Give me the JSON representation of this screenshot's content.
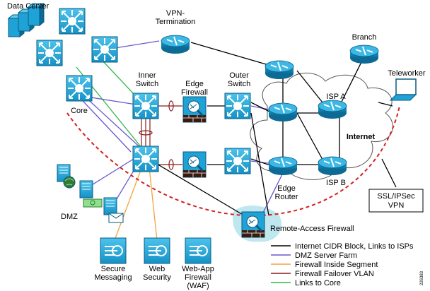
{
  "labels": {
    "data_center": "Data Center",
    "vpn_termination_1": "VPN-",
    "vpn_termination_2": "Termination",
    "branch": "Branch",
    "teleworker": "Teleworker",
    "inner_switch_1": "Inner",
    "inner_switch_2": "Switch",
    "edge_firewall_1": "Edge",
    "edge_firewall_2": "Firewall",
    "outer_switch_1": "Outer",
    "outer_switch_2": "Switch",
    "core": "Core",
    "isp_a": "ISP A",
    "isp_b": "ISP B",
    "internet": "Internet",
    "edge_router_1": "Edge",
    "edge_router_2": "Router",
    "ssl_vpn_1": "SSL/IPSec",
    "ssl_vpn_2": "VPN",
    "dmz": "DMZ",
    "remote_access_firewall": "Remote-Access Firewall",
    "secure_messaging_1": "Secure",
    "secure_messaging_2": "Messaging",
    "web_security_1": "Web",
    "web_security_2": "Security",
    "waf_1": "Web-App",
    "waf_2": "Firewall",
    "waf_3": "(WAF)",
    "figure_id": "226383"
  },
  "legend": [
    {
      "label": "Internet CIDR Block, Links to ISPs",
      "color": "#000000"
    },
    {
      "label": "DMZ Server Farm",
      "color": "#6a5acd"
    },
    {
      "label": "Firewall Inside Segment",
      "color": "#f2a33a"
    },
    {
      "label": "Firewall Failover VLAN",
      "color": "#8b1a1a"
    },
    {
      "label": "Links to Core",
      "color": "#2db84b"
    }
  ],
  "colors": {
    "device": "#1fa3d6",
    "device_dark": "#0f6f99",
    "vpn_path": "#d42020",
    "cloud": "#ffffff"
  }
}
